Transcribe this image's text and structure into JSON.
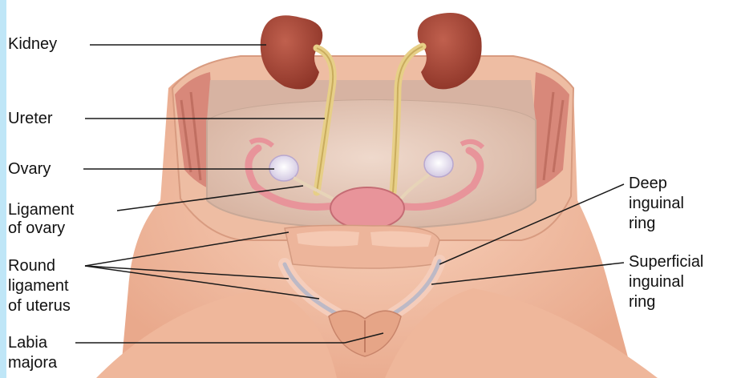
{
  "labels": {
    "kidney": "Kidney",
    "ureter": "Ureter",
    "ovary": "Ovary",
    "ligament_of_ovary_1": "Ligament",
    "ligament_of_ovary_2": "of ovary",
    "round_ligament_1": "Round",
    "round_ligament_2": "ligament",
    "round_ligament_3": "of uterus",
    "labia_majora_1": "Labia",
    "labia_majora_2": "majora",
    "deep_inguinal_ring_1": "Deep",
    "deep_inguinal_ring_2": "inguinal",
    "deep_inguinal_ring_3": "ring",
    "superficial_inguinal_ring_1": "Superficial",
    "superficial_inguinal_ring_2": "inguinal",
    "superficial_inguinal_ring_3": "ring"
  },
  "colors": {
    "skin": "#f3c1a6",
    "skin_shadow": "#dc9f82",
    "muscle": "#d8887a",
    "kidney": "#a5483a",
    "ureter": "#e7cf87",
    "peritoneum": "#e6d0c4",
    "uterus": "#e8949a",
    "ovary": "#ece6f4",
    "line": "#1a1a1a",
    "strip": "#bfe6f7"
  }
}
